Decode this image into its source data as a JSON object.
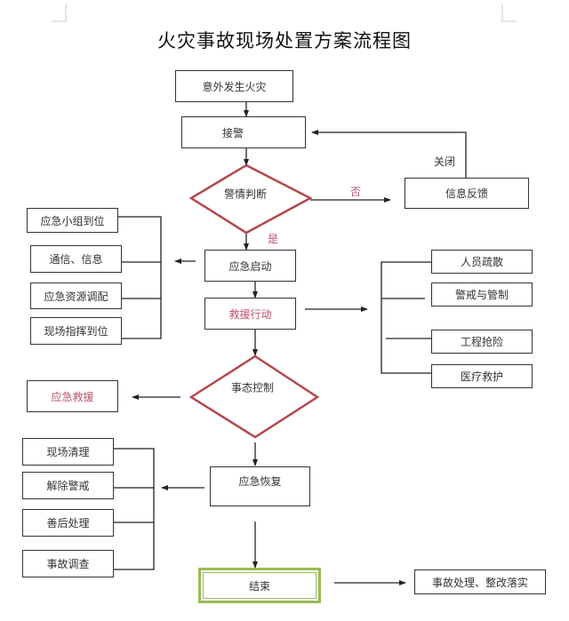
{
  "title": "火灾事故现场处置方案流程图",
  "nodes": {
    "accident": "意外发生火灾",
    "alarm": "接警",
    "judge": "警情判断",
    "feedback": "信息反馈",
    "emergency_start": "应急启动",
    "rescue_action": "救援行动",
    "situation_control": "事态控制",
    "emergency_rescue": "应急救援",
    "emergency_recovery": "应急恢复",
    "end": "结束",
    "followup": "事故处理、整改落实"
  },
  "edge_labels": {
    "no": "否",
    "yes": "是",
    "close": "关闭"
  },
  "start_group": [
    "应急小组到位",
    "通信、信息",
    "应急资源调配",
    "现场指挥到位"
  ],
  "rescue_group": [
    "人员疏散",
    "警戒与管制",
    "工程抢险",
    "医疗救护"
  ],
  "recovery_group": [
    "现场清理",
    "解除警戒",
    "善后处理",
    "事故调查"
  ],
  "colors": {
    "line": "#222222",
    "decision_border": "#b5474e",
    "highlight_text": "#c0506a",
    "end_border": "#9bbb59"
  }
}
